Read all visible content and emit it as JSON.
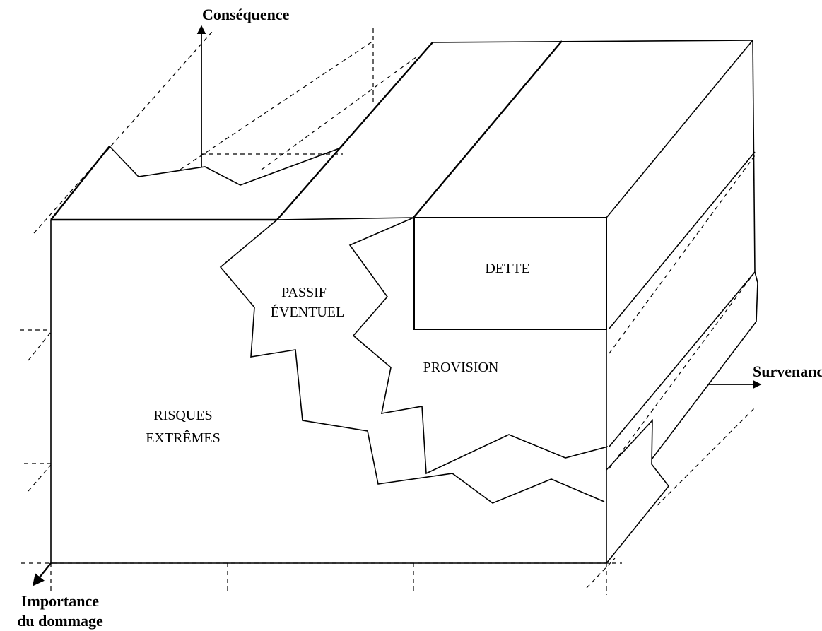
{
  "axes": {
    "vertical": "Conséquence",
    "horizontal": "Survenance",
    "depth": [
      "Importance",
      "du dommage"
    ]
  },
  "regions": {
    "risques_extremes": [
      "RISQUES",
      "EXTRÊMES"
    ],
    "passif_eventuel": [
      "PASSIF",
      "ÉVENTUEL"
    ],
    "provision": "PROVISION",
    "dette": "DETTE"
  }
}
